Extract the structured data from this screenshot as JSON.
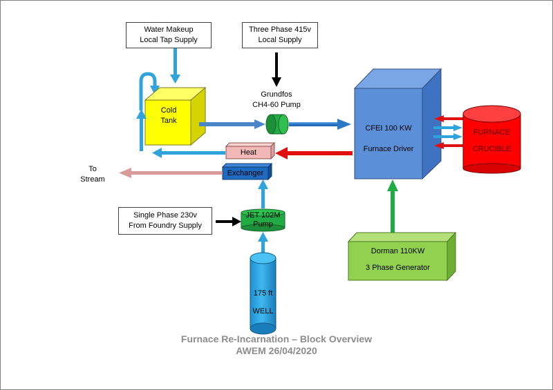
{
  "water_makeup": {
    "line1": "Water Makeup",
    "line2": "Local Tap Supply"
  },
  "three_phase": {
    "line1": "Three Phase 415v",
    "line2": "Local Supply"
  },
  "cold_tank": {
    "line1": "Cold",
    "line2": "Tank"
  },
  "grundfos": {
    "line1": "Grundfos",
    "line2": "CH4-60 Pump"
  },
  "cfei": {
    "line1": "CFEI 100 KW",
    "line2": "Furnace Driver"
  },
  "furnace": {
    "line1": "FURNACE",
    "line2": "CRUCIBLE"
  },
  "heat_label": "Heat",
  "exchanger_label": "Exchanger",
  "to_stream": {
    "line1": "To",
    "line2": "Stream"
  },
  "single_phase": {
    "line1": "Single Phase 230v",
    "line2": "From Foundry Supply"
  },
  "jet_pump": {
    "line1": "JET 102M",
    "line2": "Pump"
  },
  "dorman": {
    "line1": "Dorman 110KW",
    "line2": "3 Phase Generator"
  },
  "well": {
    "line1": "175 ft",
    "line2": "WELL"
  },
  "caption": {
    "line1": "Furnace Re-Incarnation – Block Overview",
    "line2": "AWEM 26/04/2020"
  },
  "colors": {
    "water_blue": "#2fa4dc",
    "power_black": "#000000",
    "hot_red": "#e01010",
    "green": "#22aa44",
    "cfei_blue": "#5b8fd8",
    "tank_yellow": "#ffff00",
    "generator_green": "#92d050",
    "heat_pink": "#f2b8b8",
    "exchanger_blue": "#1f6bbf",
    "stream_pink": "#d89a9a"
  }
}
